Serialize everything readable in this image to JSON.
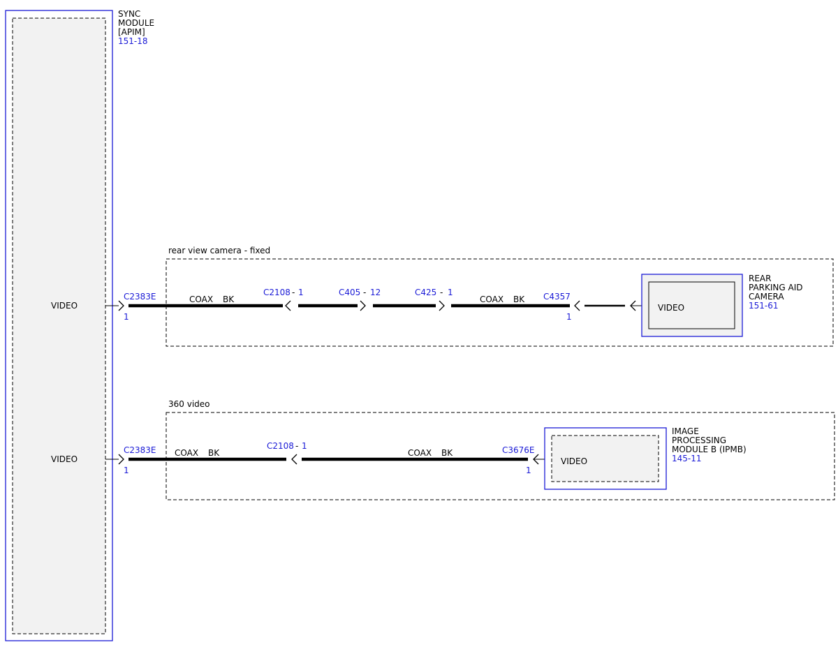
{
  "colors": {
    "module_border": "#1a1ad6",
    "module_fill": "#f2f2f2",
    "link_text": "#1a1ad6",
    "wire": "#000000"
  },
  "sync_module": {
    "name_lines": [
      "SYNC",
      "MODULE",
      "[APIM]"
    ],
    "page_ref": "151-18"
  },
  "circuits": [
    {
      "group_label": "rear view camera - fixed",
      "pin_label": "VIDEO",
      "module_connector": "C2383E",
      "module_pin": "1",
      "segments": [
        {
          "wire": "COAX",
          "color_code": "BK"
        },
        {
          "wire": "COAX",
          "color_code": "BK"
        }
      ],
      "inline_connectors": [
        {
          "id": "C2108",
          "pin": "1"
        },
        {
          "id": "C405",
          "pin": "12"
        },
        {
          "id": "C425",
          "pin": "1"
        }
      ],
      "device_connector": "C4357",
      "device_pin": "1",
      "device": {
        "name_lines": [
          "REAR",
          "PARKING AID",
          "CAMERA"
        ],
        "page_ref": "151-61",
        "pin_label": "VIDEO"
      }
    },
    {
      "group_label": "360 video",
      "pin_label": "VIDEO",
      "module_connector": "C2383E",
      "module_pin": "1",
      "segments": [
        {
          "wire": "COAX",
          "color_code": "BK"
        },
        {
          "wire": "COAX",
          "color_code": "BK"
        }
      ],
      "inline_connectors": [
        {
          "id": "C2108",
          "pin": "1"
        }
      ],
      "device_connector": "C3676E",
      "device_pin": "1",
      "device": {
        "name_lines": [
          "IMAGE",
          "PROCESSING",
          "MODULE B (IPMB)"
        ],
        "page_ref": "145-11",
        "pin_label": "VIDEO"
      }
    }
  ]
}
